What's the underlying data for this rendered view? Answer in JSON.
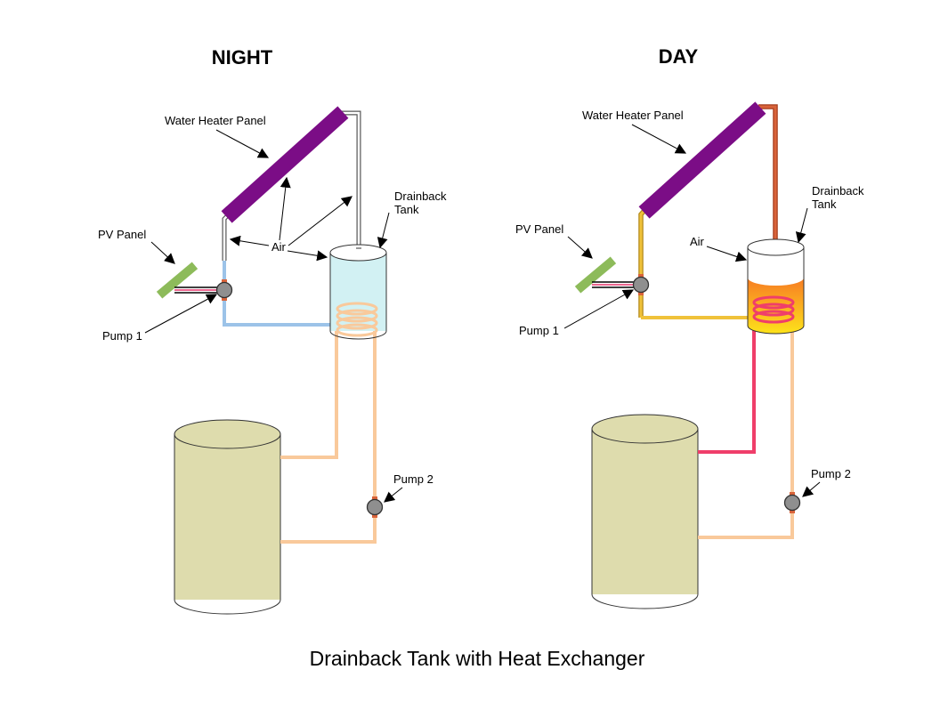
{
  "caption": "Drainback Tank with Heat Exchanger",
  "night": {
    "heading": "NIGHT",
    "water_heater_panel": "Water Heater Panel",
    "drainback_tank_line1": "Drainback",
    "drainback_tank_line2": "Tank",
    "pv_panel": "PV Panel",
    "air": "Air",
    "pump1": "Pump 1",
    "pump2": "Pump 2"
  },
  "day": {
    "heading": "DAY",
    "water_heater_panel": "Water Heater Panel",
    "drainback_tank_line1": "Drainback",
    "drainback_tank_line2": "Tank",
    "pv_panel": "PV Panel",
    "air": "Air",
    "pump1": "Pump 1",
    "pump2": "Pump 2"
  },
  "colors": {
    "collector": "#7b0d86",
    "pv_panel": "#8dbb5a",
    "storage_tank": "#dedcad",
    "night_tank_water": "#d2f1f3",
    "night_collector_loop": "#9cc3e8",
    "heat_exchanger_loop": "#f9c99b",
    "day_collector_loop": "#f0c23a",
    "day_return_pipe": "#d9633a",
    "day_hot_loop": "#ef3e6a",
    "pump_body": "#8f8f8f"
  }
}
